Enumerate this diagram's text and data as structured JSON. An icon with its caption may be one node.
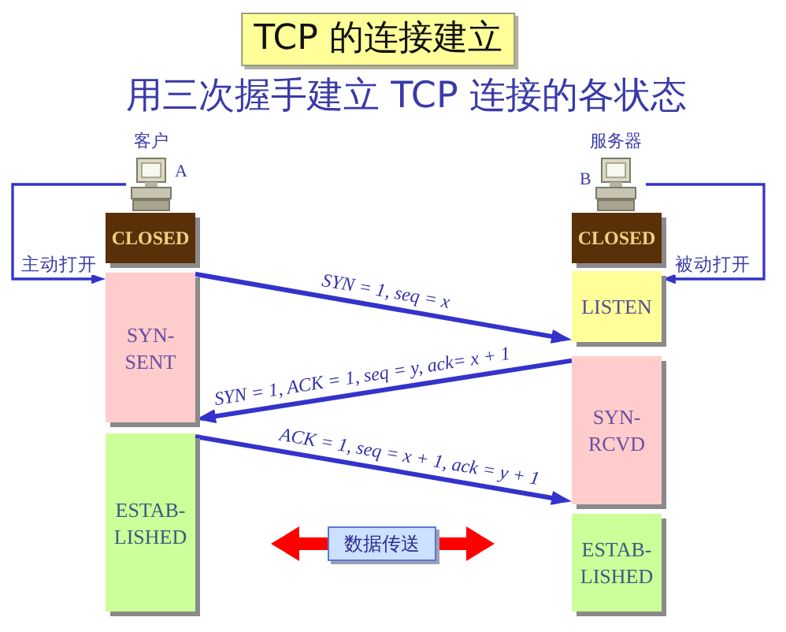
{
  "diagram": {
    "title": "TCP 的连接建立",
    "nodes": [
      {
        "text": [
          "客户"
        ],
        "beside": [
          "A"
        ]
      },
      {
        "text": [
          "服务器"
        ],
        "beside": [
          "B"
        ]
      },
      {
        "text": [
          "CLOSED"
        ]
      },
      {
        "text": [
          "CLOSED"
        ]
      },
      {
        "text": [
          "SYN- SENT"
        ]
      },
      {
        "text": [
          "LISTEN"
        ]
      },
      {
        "text": [
          "SYN- RCVD"
        ]
      },
      {
        "text": [
          "ESTAB- LISHED"
        ]
      },
      {
        "text": [
          "ESTAB- LISHED"
        ]
      },
      {
        "text": [
          "数据传送"
        ]
      }
    ],
    "edges": [
      {
        "from": 0,
        "to": 4,
        "arrow": "to",
        "label": "主动打开"
      },
      {
        "from": 1,
        "to": 5,
        "arrow": "to",
        "label": "被动打开"
      },
      {
        "from": 4,
        "to": 5,
        "arrow": "to",
        "label": "SYN = 1, seq = x"
      },
      {
        "from": 6,
        "to": 4,
        "arrow": "to",
        "label": "SYN = 1, ACK = 1, seq = y, ack= x + 1"
      },
      {
        "from": 7,
        "to": 6,
        "arrow": "to",
        "label": "ACK = 1, seq = x + 1, ack = y + 1"
      },
      {
        "from": 9,
        "to": null,
        "arrow": "to",
        "style": "thick",
        "color": "#ff0000"
      },
      {
        "from": 9,
        "to": null,
        "arrow": "to",
        "style": "thick",
        "color": "#ff0000"
      }
    ],
    "labels": [
      "用三次握手建立 TCP 连接的各状态"
    ]
  }
}
